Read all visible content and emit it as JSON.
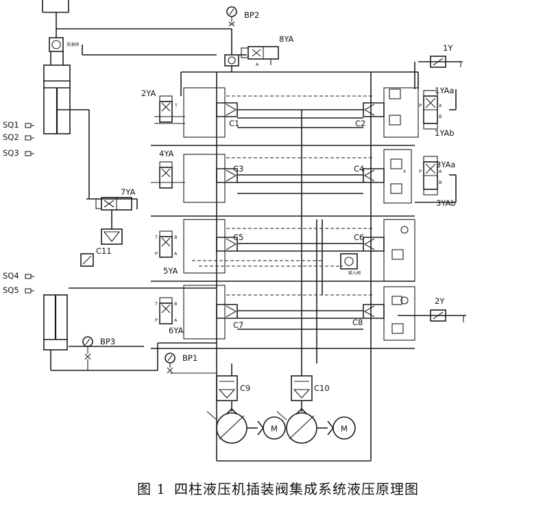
{
  "caption": {
    "fig": "图 1",
    "text": "四柱液压机插装阀集成系统液压原理图"
  },
  "labels": {
    "bp1": "BP1",
    "bp2": "BP2",
    "bp3": "BP3",
    "y8": "8YA",
    "y2": "2YA",
    "y4": "4YA",
    "y5": "5YA",
    "y6": "6YA",
    "y7": "7YA",
    "y1a": "1YAa",
    "y1b": "1YAb",
    "y3a": "3YAa",
    "y3b": "3YAb",
    "y1": "1Y",
    "y2r": "2Y",
    "c1": "C1",
    "c2": "C2",
    "c3": "C3",
    "c4": "C4",
    "c5": "C5",
    "c6": "C6",
    "c7": "C7",
    "c8": "C8",
    "c9": "C9",
    "c10": "C10",
    "c11": "C11",
    "sq1": "SQ1",
    "sq2": "SQ2",
    "sq3": "SQ3",
    "sq4": "SQ4",
    "sq5": "SQ5",
    "fill_valve": "充液阀",
    "suction_valve": "吸入阀",
    "m": "M",
    "port_a": "A",
    "port_b": "B",
    "port_p": "P",
    "port_t": "T",
    "port_x": "X"
  }
}
